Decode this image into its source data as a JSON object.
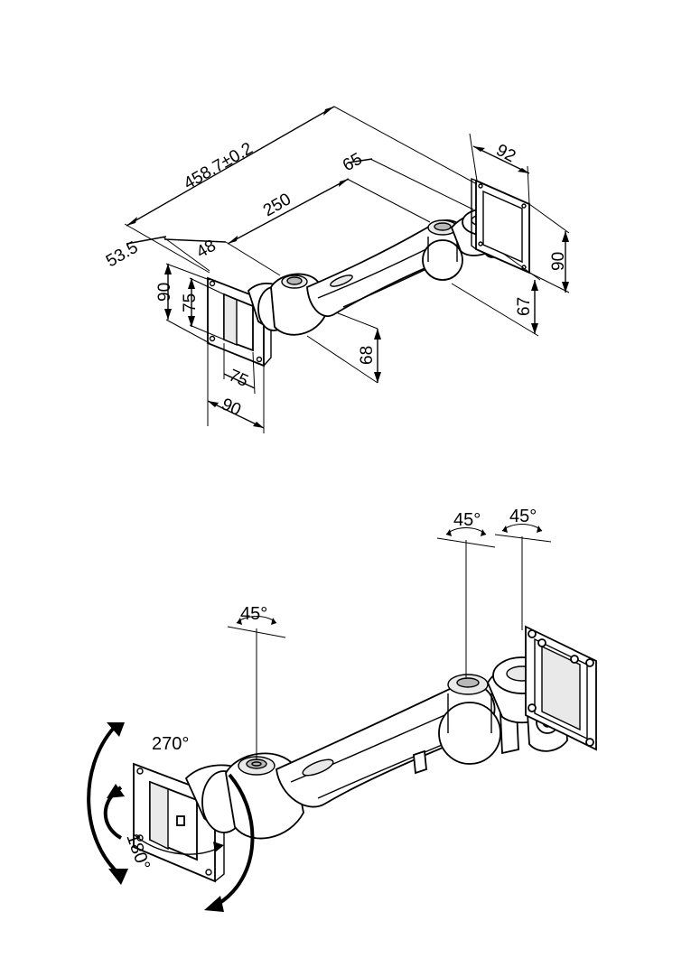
{
  "top_view": {
    "dimensions": {
      "overall": "458.7±0.2",
      "arm_span": "250",
      "head_offset": "65",
      "head_width": "92",
      "base_offset": "53.5",
      "base_depth": "48",
      "plate_height_outer": "90",
      "plate_height_inner": "75",
      "plate_width_inner": "75",
      "plate_width_outer": "90",
      "joint_height": "68",
      "head_plate_height": "90",
      "head_joint_height": "67"
    }
  },
  "bottom_view": {
    "rotations": {
      "base_joint_swivel": "45°",
      "elbow_swivel": "45°",
      "head_swivel": "45°",
      "plate_rotation": "270°",
      "plate_tilt": "180°"
    }
  }
}
